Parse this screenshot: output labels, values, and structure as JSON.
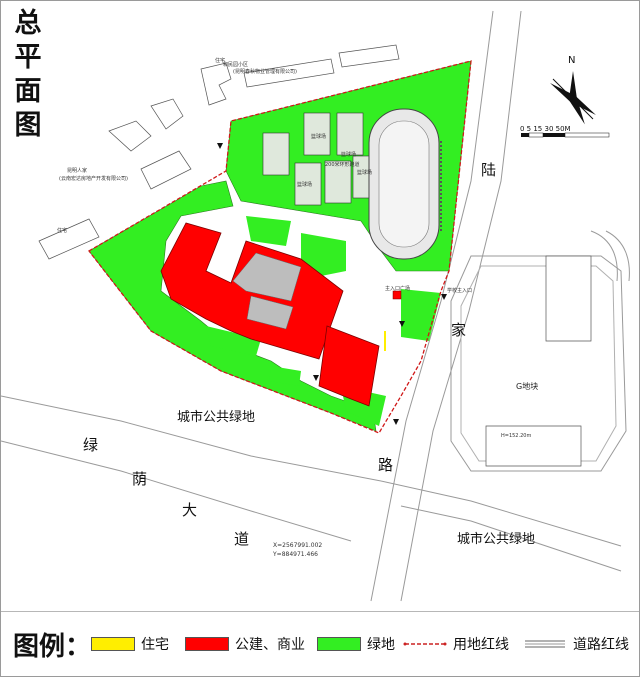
{
  "title_chars": [
    "总",
    "平",
    "面",
    "图"
  ],
  "map_labels": {
    "city_green_left": "城市公共绿地",
    "city_green_right": "城市公共绿地",
    "road_chars_main": [
      "绿",
      "荫",
      "大",
      "道"
    ],
    "road_lu": "路",
    "road_lu2": "陆",
    "road_jia": "家",
    "g_block": "G地块",
    "north": "N",
    "scale": "0 5 15    30      50M",
    "coord_x": "X=2567991.002",
    "coord_y": "Y=884971.466",
    "neighbor_1": "和民园小区",
    "neighbor_1_sub": "(昆明春秋物业管理有限公司)",
    "neighbor_2": "昆明人家",
    "neighbor_2_sub": "(云南宏达房地产开发有限公司)",
    "zhuzhai": "住宅",
    "court": "篮球场",
    "track": "200米环形跑道",
    "main_entrance": "主入口广场",
    "school_entrance": "学校主入口",
    "building_height": "H=152.20m"
  },
  "legend": {
    "title": "图例：",
    "items": [
      {
        "label": "住宅",
        "color": "#ffee00",
        "kind": "fill"
      },
      {
        "label": "公建、商业",
        "color": "#ff0000",
        "kind": "fill"
      },
      {
        "label": "绿地",
        "color": "#33ee22",
        "kind": "fill"
      },
      {
        "label": "用地红线",
        "color": "#cc2222",
        "kind": "dashed"
      },
      {
        "label": "道路红线",
        "color": "#666666",
        "kind": "road"
      }
    ]
  }
}
